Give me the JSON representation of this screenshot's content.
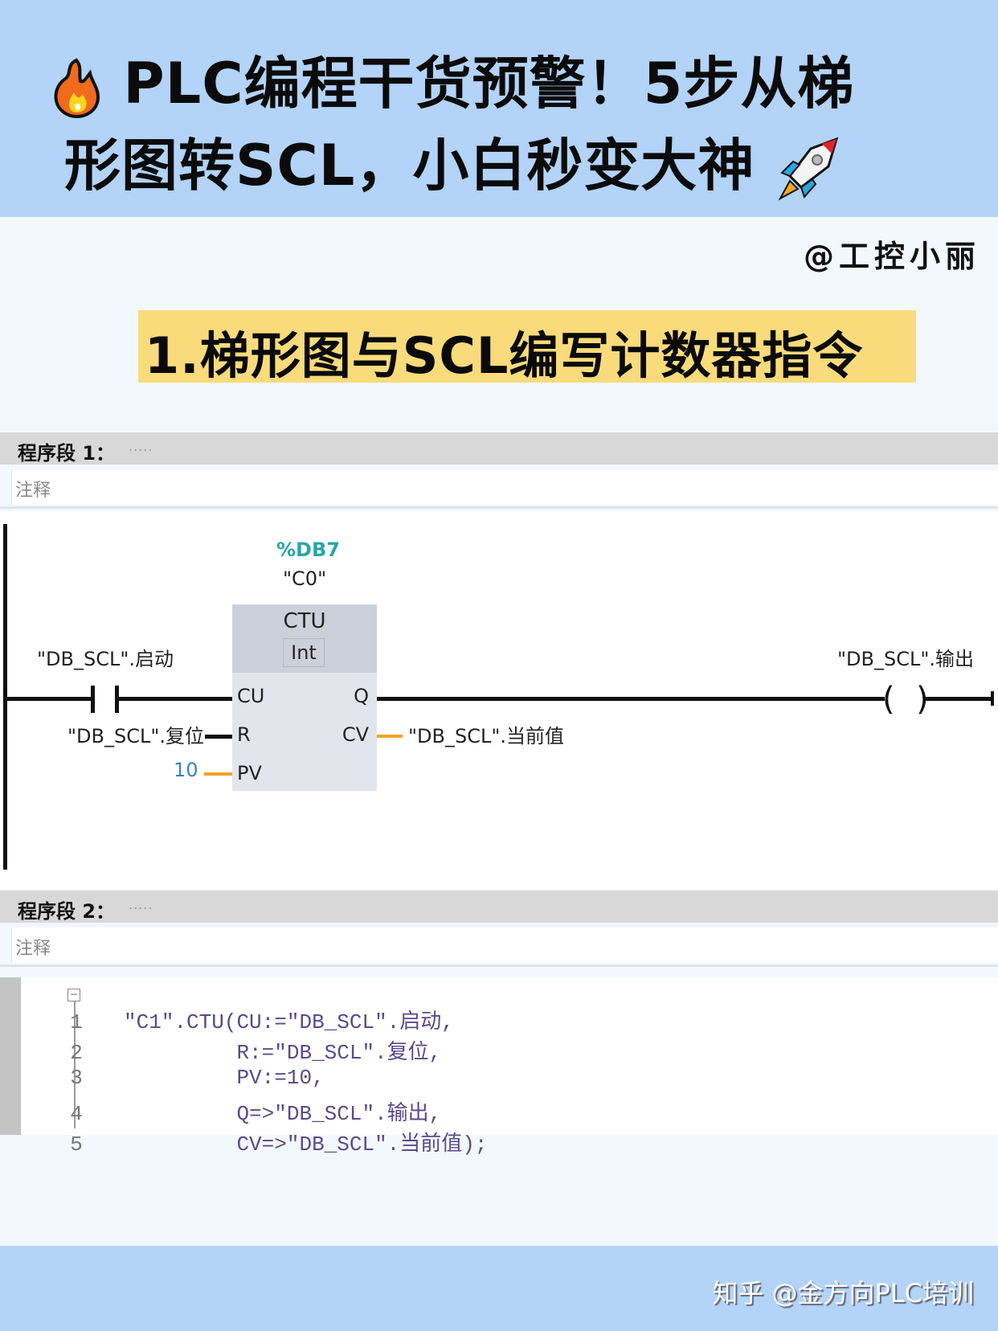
{
  "header": {
    "line1": "PLC编程干货预警！5步从梯",
    "line2": "形图转SCL，小白秒变大神",
    "leading_icon": "fire-icon",
    "trailing_icon": "rocket-icon"
  },
  "author": "@工控小丽",
  "section_title": "1.梯形图与SCL编写计数器指令",
  "network1": {
    "title": "程序段 1：",
    "dots": ".....",
    "comment": "注释",
    "instance_db": "%DB7",
    "instance_name": "\"C0\"",
    "block": {
      "name": "CTU",
      "type": "Int"
    },
    "pins": {
      "cu": "CU",
      "r": "R",
      "pv": "PV",
      "q": "Q",
      "cv": "CV"
    },
    "contact_label": "\"DB_SCL\".启动",
    "reset_label": "\"DB_SCL\".复位",
    "pv_value": "10",
    "cv_label": "\"DB_SCL\".当前值",
    "coil_label": "\"DB_SCL\".输出"
  },
  "network2": {
    "title": "程序段 2：",
    "dots": ".....",
    "comment": "注释",
    "code_lines": [
      {
        "n": "1",
        "text": "\"C1\".CTU(CU:=\"DB_SCL\".启动,"
      },
      {
        "n": "2",
        "text": "         R:=\"DB_SCL\".复位,"
      },
      {
        "n": "3",
        "text": "         PV:=10,"
      },
      {
        "n": "4",
        "text": "         Q=>\"DB_SCL\".输出,"
      },
      {
        "n": "5",
        "text": "         CV=>\"DB_SCL\".当前值);"
      }
    ]
  },
  "footer": "知乎 @金方向PLC培训"
}
